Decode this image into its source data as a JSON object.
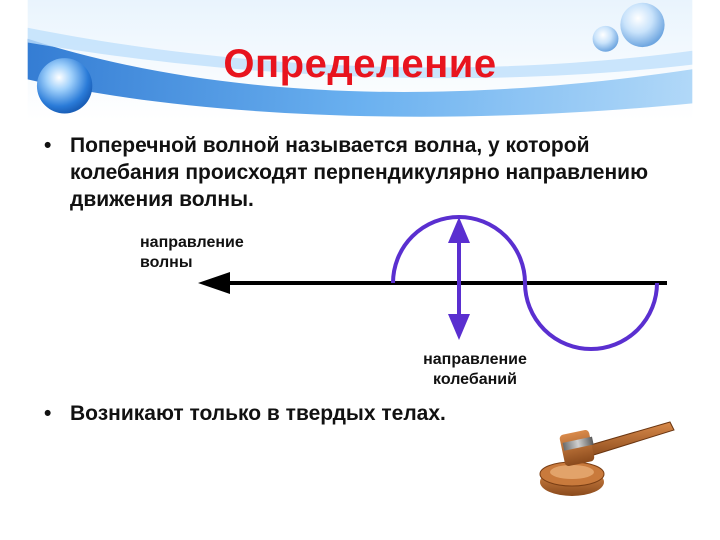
{
  "slide": {
    "title": "Определение",
    "bullets": [
      {
        "marker": "•",
        "text": "Поперечной волной называется волна, у которой колебания происходят перпендикулярно направлению движения волны."
      },
      {
        "marker": "•",
        "text": "Возникают только в твердых телах."
      }
    ],
    "diagram": {
      "wave_direction_label_line1": "направление",
      "wave_direction_label_line2": "волны",
      "oscillation_label_line1": "направление",
      "oscillation_label_line2": "колебаний"
    }
  },
  "colors": {
    "title": "#e8141e",
    "header_blue": "#2f7fd6",
    "wave": "#5a2fd0",
    "arrow_line": "#000000"
  },
  "icons": [
    "decorative-bubble-icon",
    "gavel-icon"
  ]
}
